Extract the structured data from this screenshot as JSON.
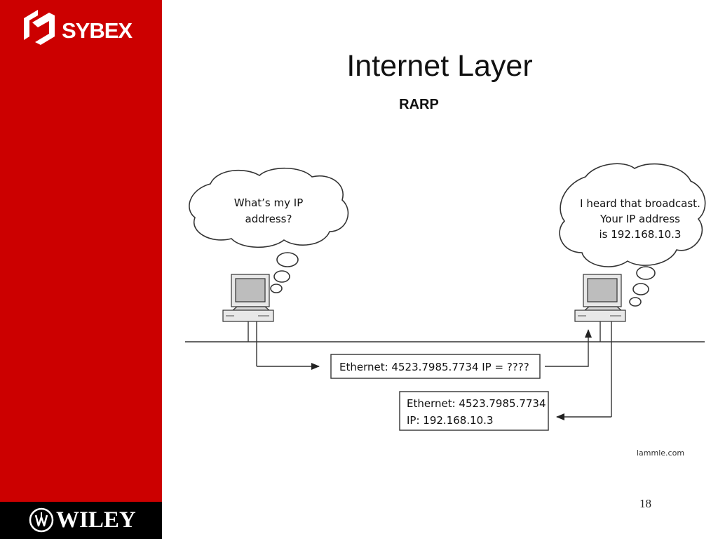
{
  "slide": {
    "title": "Internet Layer",
    "subtitle": "RARP",
    "page_number": "18"
  },
  "branding": {
    "sybex": "SYBEX",
    "wiley": "WILEY",
    "sidebar_color": "#cc0000",
    "footer_color": "#000000"
  },
  "diagram": {
    "left_bubble": [
      "What’s my IP",
      "address?"
    ],
    "right_bubble": [
      "I heard that broadcast.",
      "Your IP address",
      "is 192.168.10.3"
    ],
    "request_packet": "Ethernet: 4523.7985.7734 IP = ????",
    "reply_packet": [
      "Ethernet: 4523.7985.7734",
      "IP: 192.168.10.3"
    ],
    "credit": "lammle.com"
  }
}
